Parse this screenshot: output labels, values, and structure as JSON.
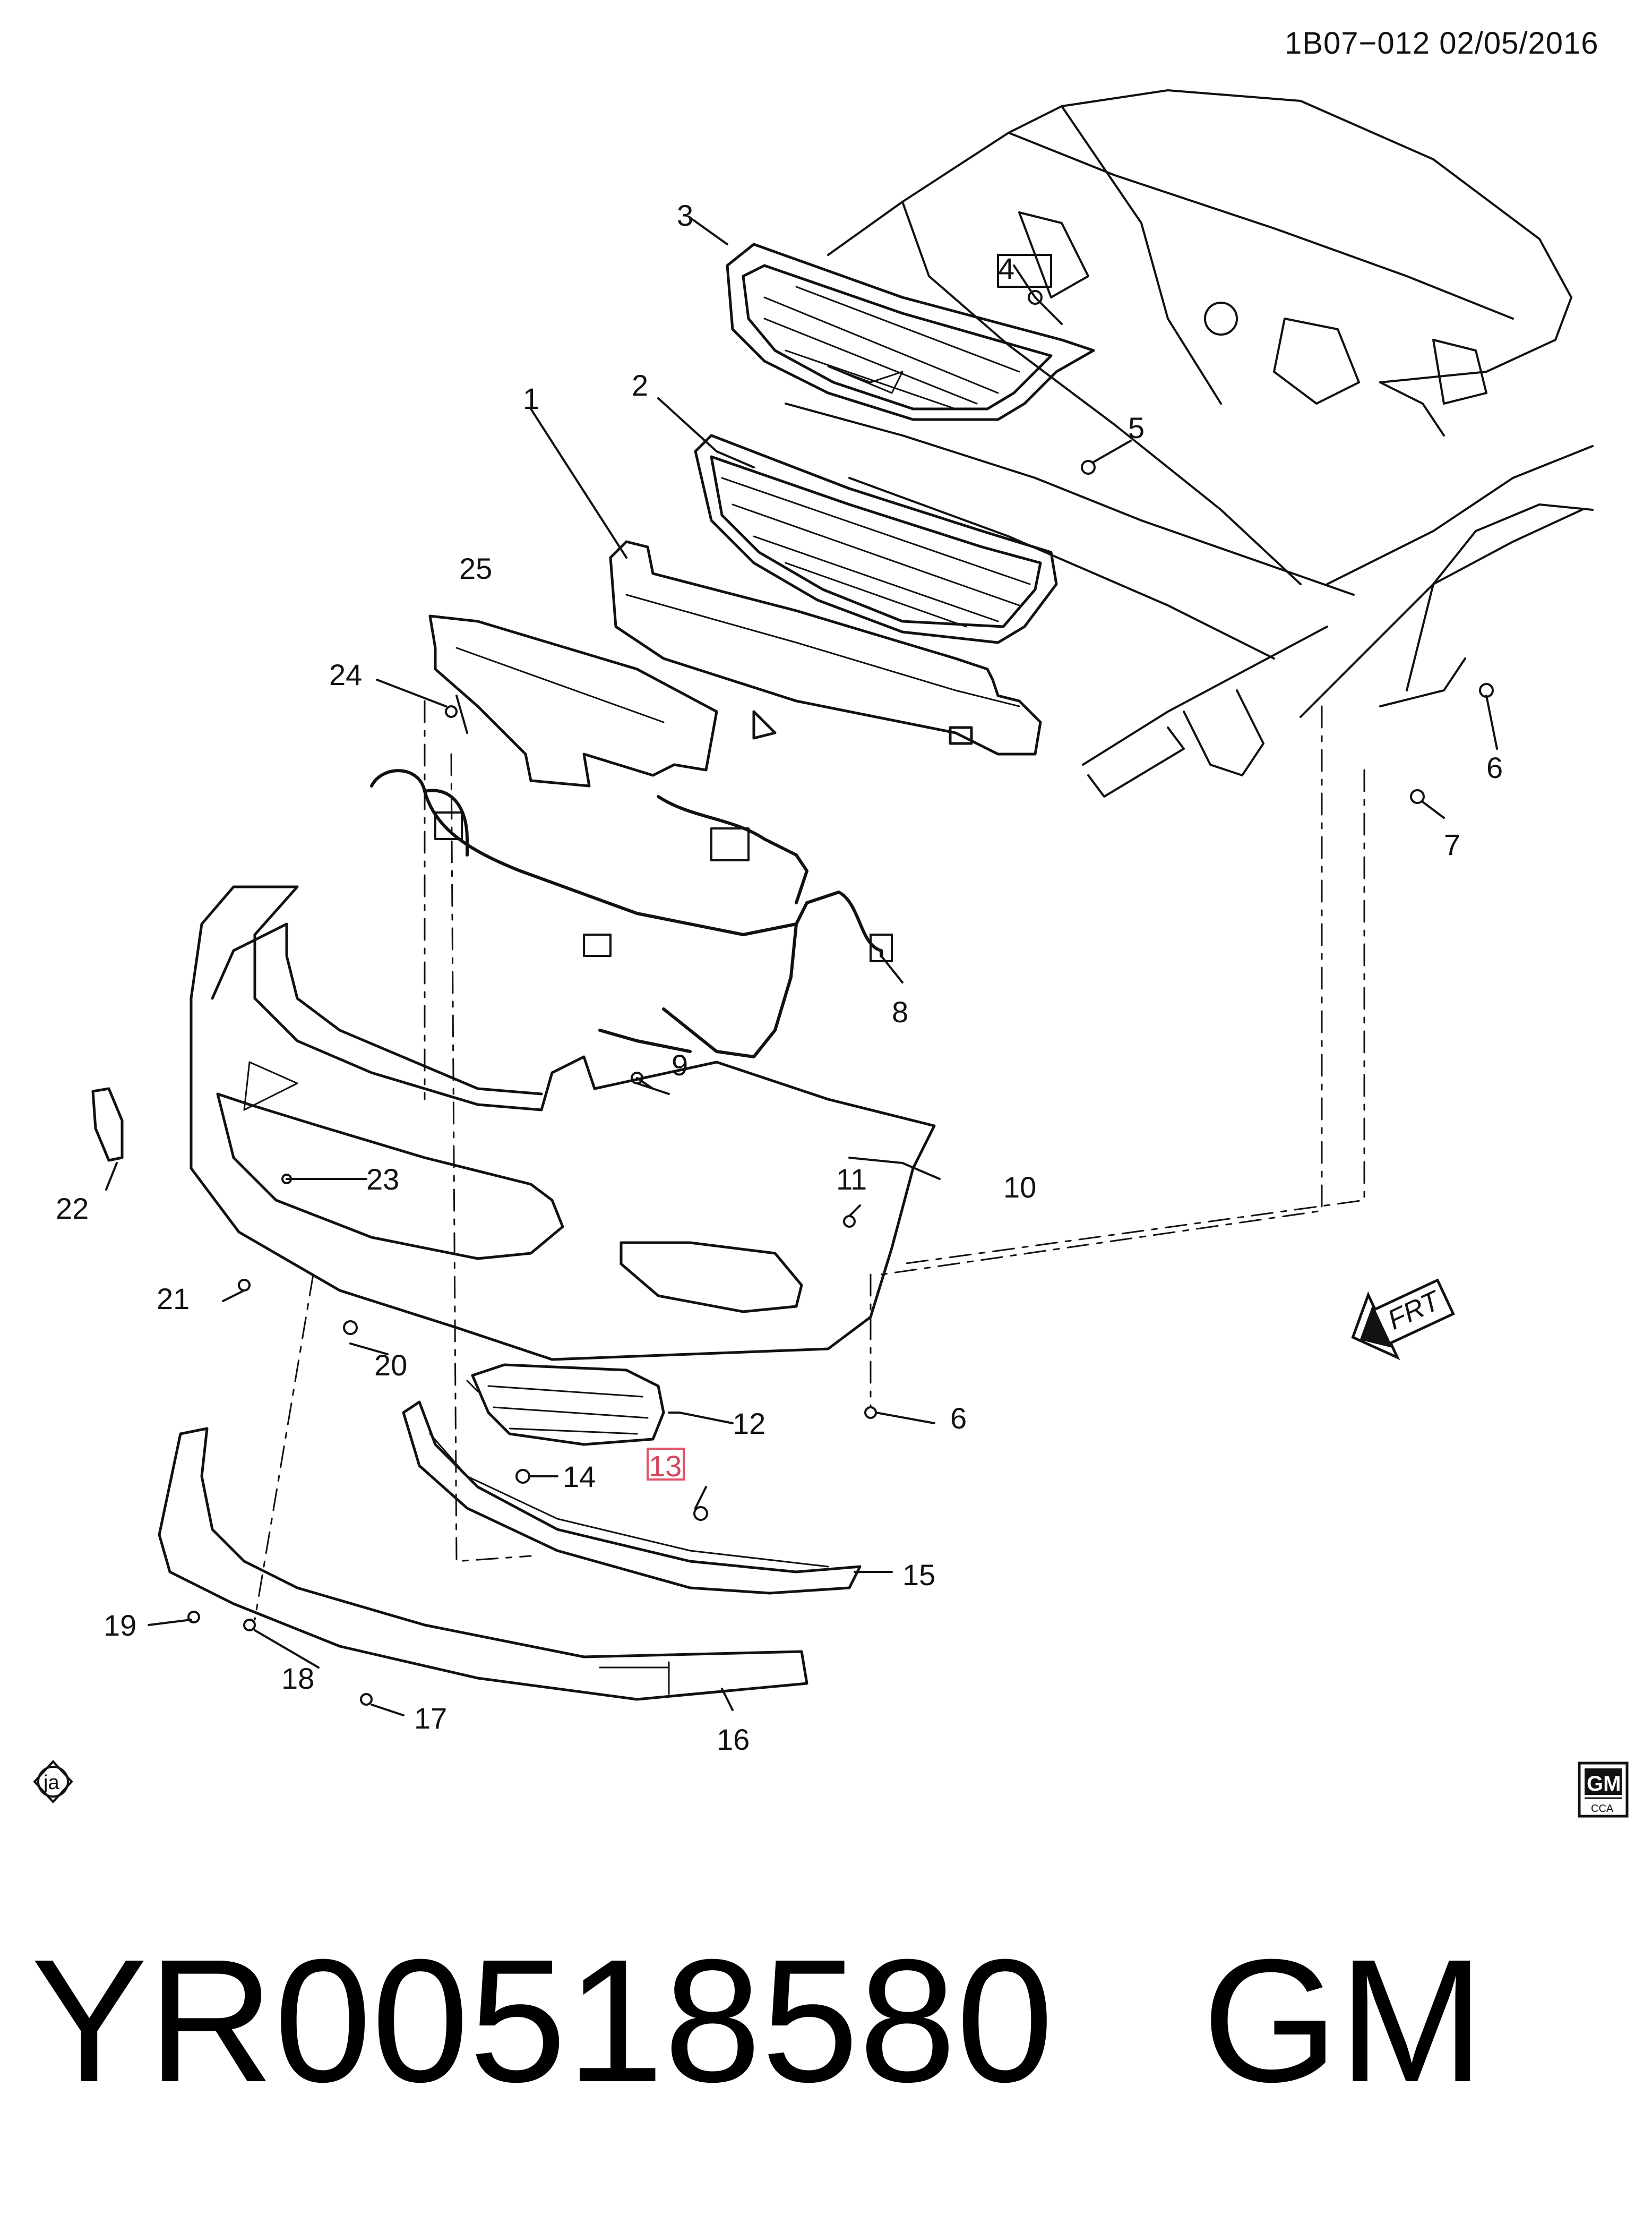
{
  "header": {
    "reference": "1B07−012  02/05/2016"
  },
  "callouts": [
    {
      "id": "1",
      "text": "1"
    },
    {
      "id": "2",
      "text": "2"
    },
    {
      "id": "3",
      "text": "3"
    },
    {
      "id": "4",
      "text": "4"
    },
    {
      "id": "5",
      "text": "5"
    },
    {
      "id": "6a",
      "text": "6"
    },
    {
      "id": "6b",
      "text": "6"
    },
    {
      "id": "7",
      "text": "7"
    },
    {
      "id": "8",
      "text": "8"
    },
    {
      "id": "9",
      "text": "9"
    },
    {
      "id": "10",
      "text": "10"
    },
    {
      "id": "11",
      "text": "11"
    },
    {
      "id": "12",
      "text": "12"
    },
    {
      "id": "13",
      "text": "13"
    },
    {
      "id": "14",
      "text": "14"
    },
    {
      "id": "15",
      "text": "15"
    },
    {
      "id": "16",
      "text": "16"
    },
    {
      "id": "17",
      "text": "17"
    },
    {
      "id": "18",
      "text": "18"
    },
    {
      "id": "19",
      "text": "19"
    },
    {
      "id": "20",
      "text": "20"
    },
    {
      "id": "21",
      "text": "21"
    },
    {
      "id": "22",
      "text": "22"
    },
    {
      "id": "23",
      "text": "23"
    },
    {
      "id": "24",
      "text": "24"
    },
    {
      "id": "25",
      "text": "25"
    }
  ],
  "badges": {
    "direction": "FRT",
    "region": "ja",
    "logo": "GM",
    "logo_sub": "CCA"
  },
  "footer": {
    "part_number": "YR00518580",
    "brand": "GM"
  },
  "colors": {
    "ink": "#111111",
    "highlight": "#e0556a"
  }
}
